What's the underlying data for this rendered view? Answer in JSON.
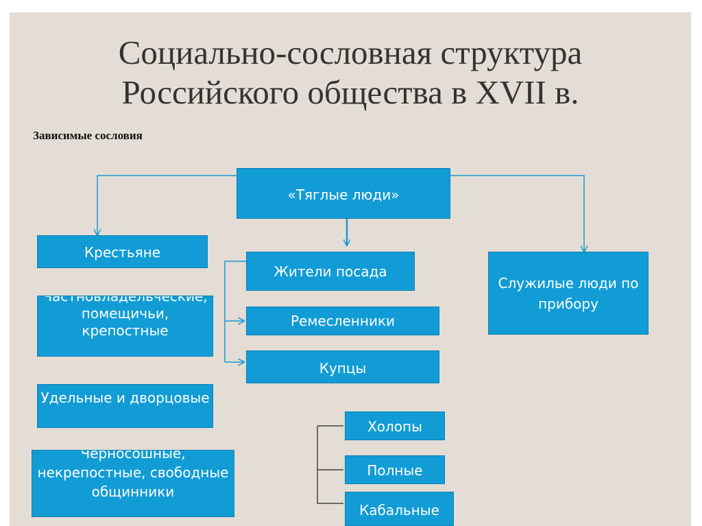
{
  "title": {
    "line1": "Социально-сословная структура",
    "line2": "Российского общества в XVII в."
  },
  "subtitle": "Зависимые сословия",
  "nodes": {
    "tyaglye": "«Тяглые люди»",
    "krestyane": "Крестьяне",
    "chastnovladelcheskie": "Частновладельческие, помещичьи, крепостные",
    "udelnye": "Удельные и дворцовые",
    "chernososhnye": "Черносошные, некрепостные, свободные общинники",
    "zhiteli_posada": "Жители посада",
    "remeslenniki": "Ремесленники",
    "kuptsy": "Купцы",
    "sluzhilye": "Служилые люди по прибору",
    "kholopy": "Холопы",
    "polnye": "Полные",
    "kabalnye": "Кабальные"
  },
  "colors": {
    "box_fill": "#129cd6",
    "box_border": "#0e80b2",
    "connector": "#1b9ad2",
    "background": "#e3ddd5"
  }
}
